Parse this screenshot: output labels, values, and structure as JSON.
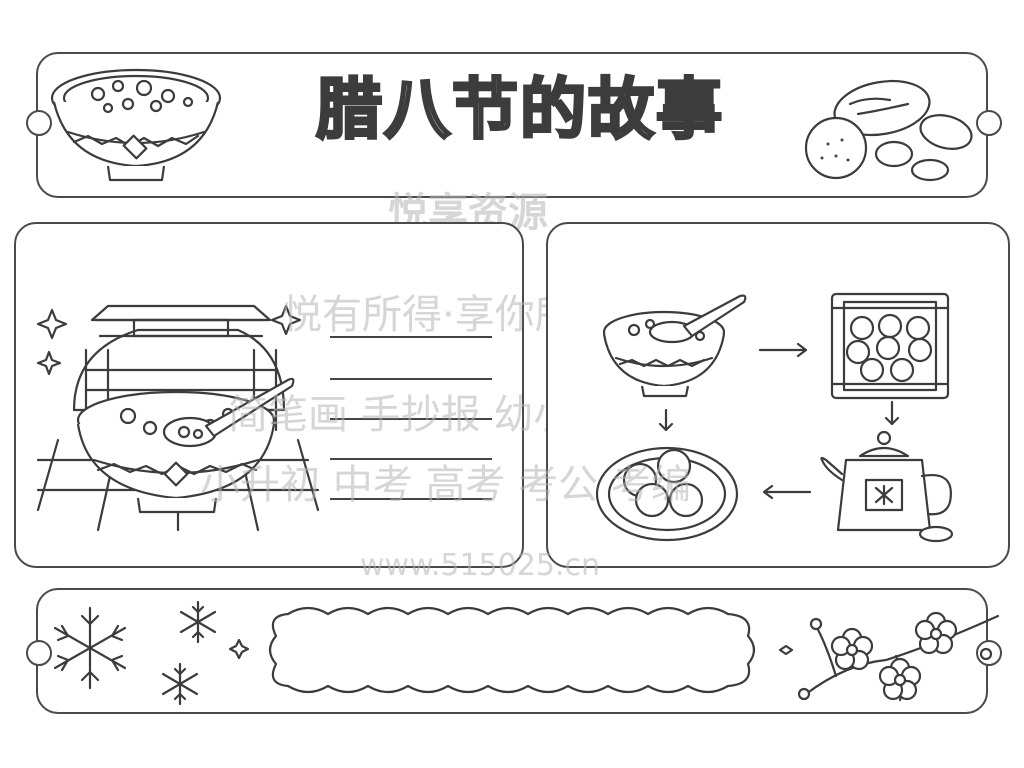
{
  "header": {
    "title": "腊八节的故事"
  },
  "watermark": {
    "brand": "悦享资源",
    "slogan": "悦有所得·享你所需",
    "line1": "简笔画 手抄报 幼小衔接",
    "line2": "小升初 中考 高考 考公 考编",
    "url": "www.515025.cn"
  },
  "colors": {
    "line": "#3c3c3c",
    "watermark": "#b4b4b4"
  },
  "icons": {
    "header_left": "porridge-bowl-icon",
    "header_right": "dates-and-beans-icon",
    "left_panel": "temple-and-porridge-icon",
    "flow": [
      "porridge-bowl-icon",
      "steamer-buns-icon",
      "teapot-icon",
      "dumpling-plate-icon"
    ],
    "footer_left": "snowflake-icon",
    "footer_right": "plum-blossom-icon"
  }
}
